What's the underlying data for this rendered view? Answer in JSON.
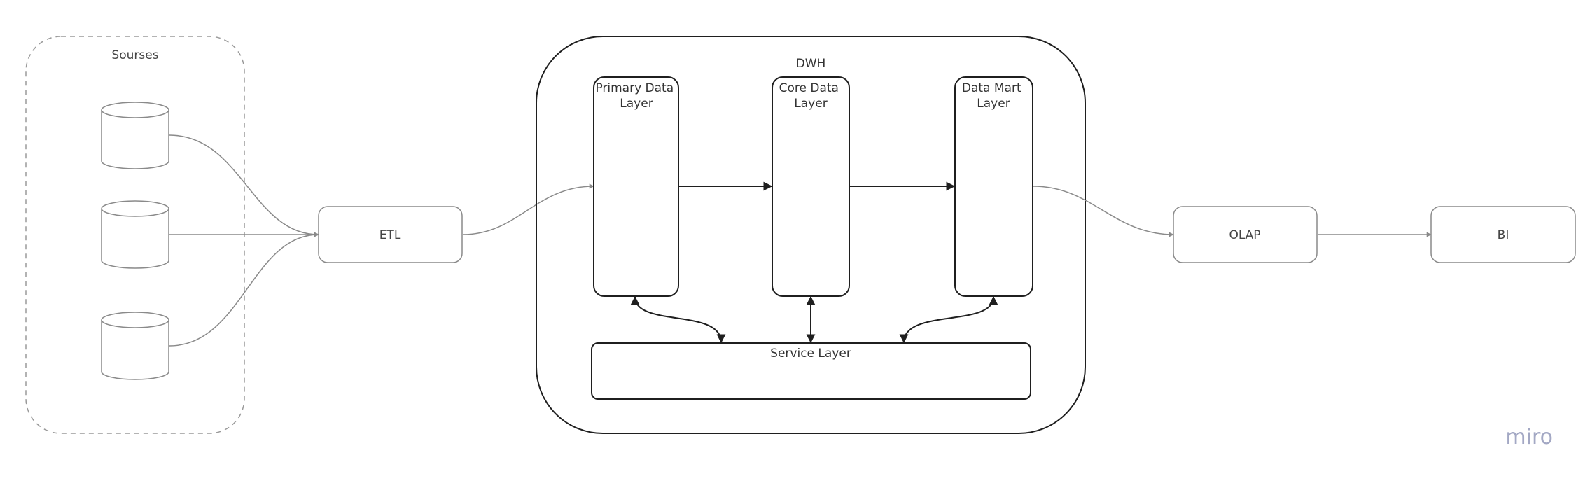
{
  "diagram": {
    "sources": {
      "title": "Sourses",
      "databases": [
        "database-1",
        "database-2",
        "database-3"
      ]
    },
    "etl": {
      "label": "ETL"
    },
    "dwh": {
      "title": "DWH",
      "primary_layer": {
        "line1": "Primary Data",
        "line2": "Layer"
      },
      "core_layer": {
        "line1": "Core Data",
        "line2": "Layer"
      },
      "mart_layer": {
        "line1": "Data Mart",
        "line2": "Layer"
      },
      "service_layer": {
        "label": "Service Layer"
      }
    },
    "olap": {
      "label": "OLAP"
    },
    "bi": {
      "label": "BI"
    }
  },
  "watermark": {
    "text": "miro"
  },
  "colors": {
    "light_stroke": "#8a8a8a",
    "dark_stroke": "#1f1f1f",
    "watermark": "#a3a8c4"
  },
  "icons": [
    "database-icon",
    "arrow-icon"
  ]
}
